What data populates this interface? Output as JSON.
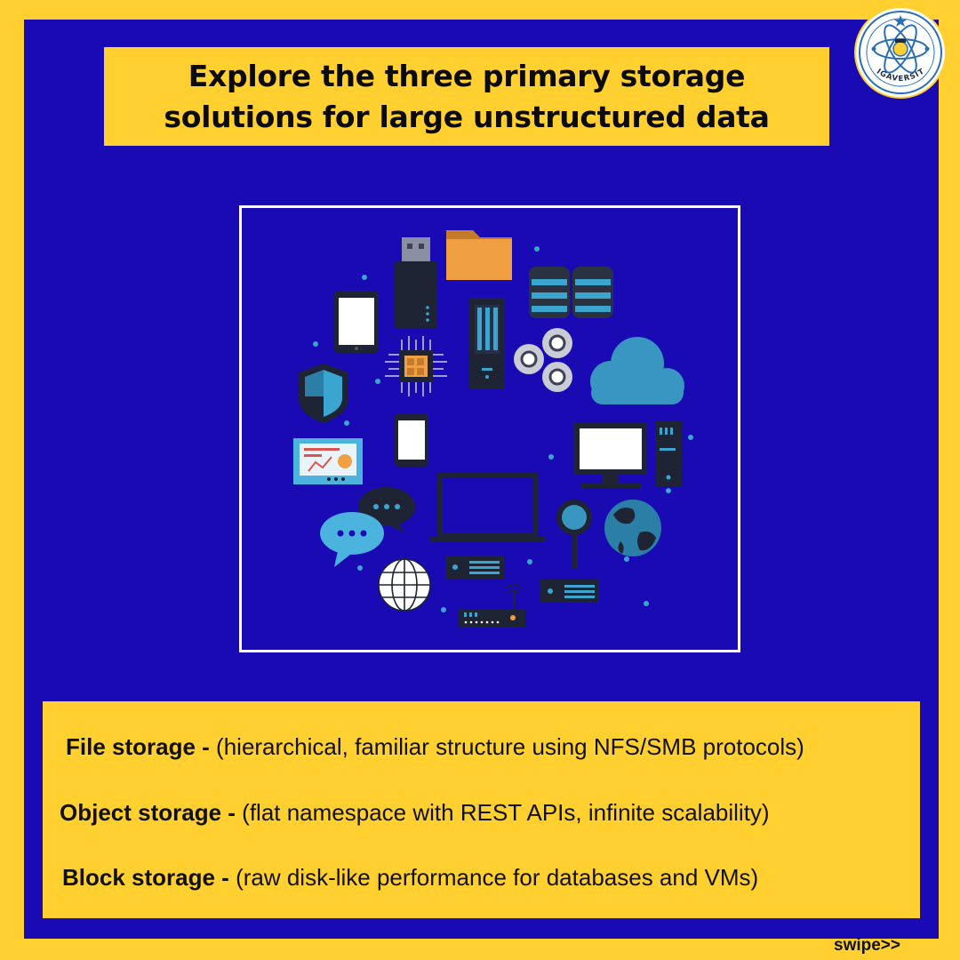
{
  "title": {
    "line1": "Explore the three primary storage",
    "line2": "solutions for large unstructured data"
  },
  "logo": {
    "text": "GIGAVERSITY"
  },
  "illustration": {
    "icons": [
      "usb-drive-icon",
      "folder-icon",
      "database-icon",
      "tablet-icon",
      "server-tower-icon",
      "gears-icon",
      "cloud-icon",
      "shield-icon",
      "chip-icon",
      "smartphone-icon",
      "monitor-icon",
      "dashboard-icon",
      "chat-bubble-icon",
      "laptop-icon",
      "magnifier-icon",
      "globe-icon",
      "wireframe-globe-icon",
      "rack-server-icon",
      "router-icon"
    ]
  },
  "storage_types": [
    {
      "term": "File storage - ",
      "desc": "(hierarchical, familiar structure using NFS/SMB protocols)"
    },
    {
      "term": "Object storage - ",
      "desc": " (flat namespace with REST APIs, infinite scalability)"
    },
    {
      "term": "Block storage - ",
      "desc": "(raw disk-like performance for databases and VMs)"
    }
  ],
  "footer": {
    "swipe": "swipe>>"
  },
  "colors": {
    "background": "#FFD02F",
    "panel": "#1A0AB4",
    "accent": "#3AA6D0"
  }
}
